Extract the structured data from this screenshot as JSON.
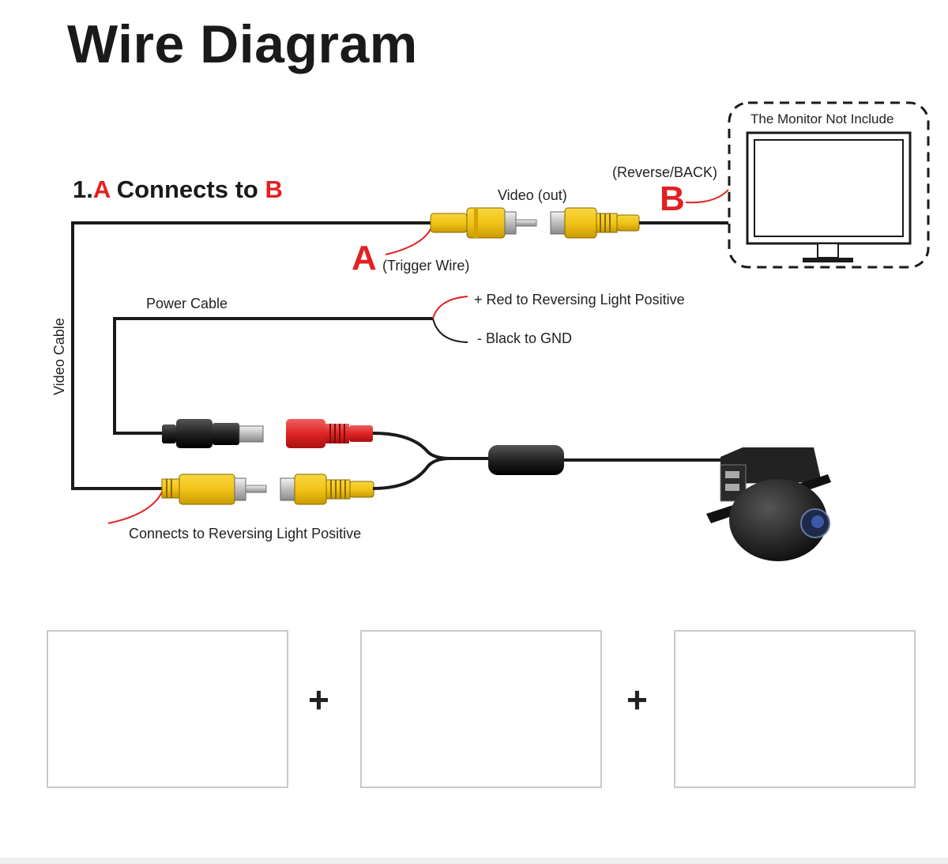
{
  "title": "Wire Diagram",
  "subtitle": {
    "prefix": "1.",
    "a": "A",
    "middle": " Connects to ",
    "b": "B"
  },
  "labels": {
    "video_out": "Video (out)",
    "reverse_back": "(Reverse/BACK)",
    "letter_b": "B",
    "letter_a": "A",
    "trigger_wire": "(Trigger Wire)",
    "monitor": "The Monitor Not Include",
    "power_cable": "Power Cable",
    "red_positive": "+ Red to Reversing Light Positive",
    "black_gnd": "- Black to GND",
    "video_cable": "Video Cable",
    "connects_reversing": "Connects to Reversing Light Positive"
  },
  "components": {
    "plus_1": "+",
    "plus_2": "+"
  },
  "colors": {
    "accent_red": "#e32020",
    "rca_yellow": "#f2c418",
    "wire_black": "#1a1a1a",
    "panel_border": "#c9c9c9"
  }
}
